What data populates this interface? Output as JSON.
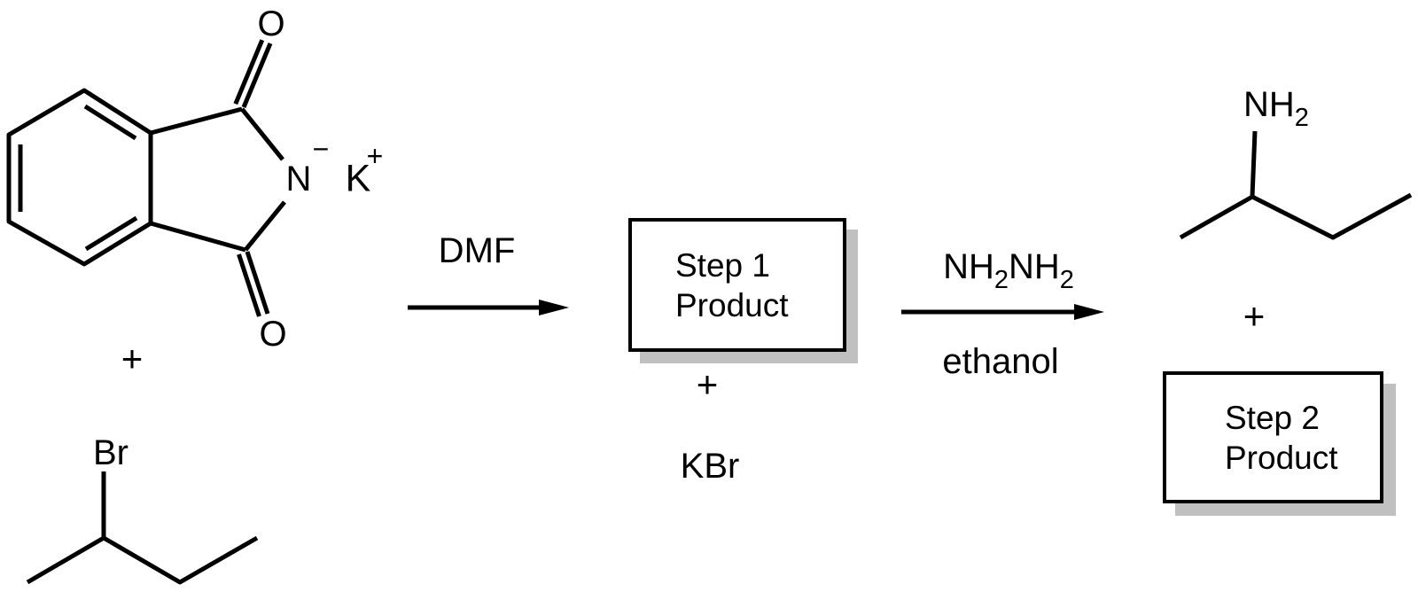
{
  "colors": {
    "ink": "#000000",
    "box_shadow": "#c0c0c0",
    "background": "#ffffff"
  },
  "scheme": {
    "reactant1": {
      "o_top": "O",
      "o_bottom": "O",
      "n": "N",
      "n_charge": "−",
      "k": "K",
      "k_charge": "+"
    },
    "plus_reactants": "+",
    "reactant2": {
      "br": "Br"
    },
    "step1": {
      "solvent": "DMF",
      "box_line1": "Step 1",
      "box_line2": "Product",
      "plus": "+",
      "byproduct": "KBr"
    },
    "step2": {
      "reagent_nh1": "NH",
      "reagent_sub1": "2",
      "reagent_nh2": "NH",
      "reagent_sub2": "2",
      "solvent": "ethanol",
      "amine_nh": "NH",
      "amine_sub": "2",
      "plus": "+",
      "box_line1": "Step 2",
      "box_line2": "Product"
    }
  }
}
